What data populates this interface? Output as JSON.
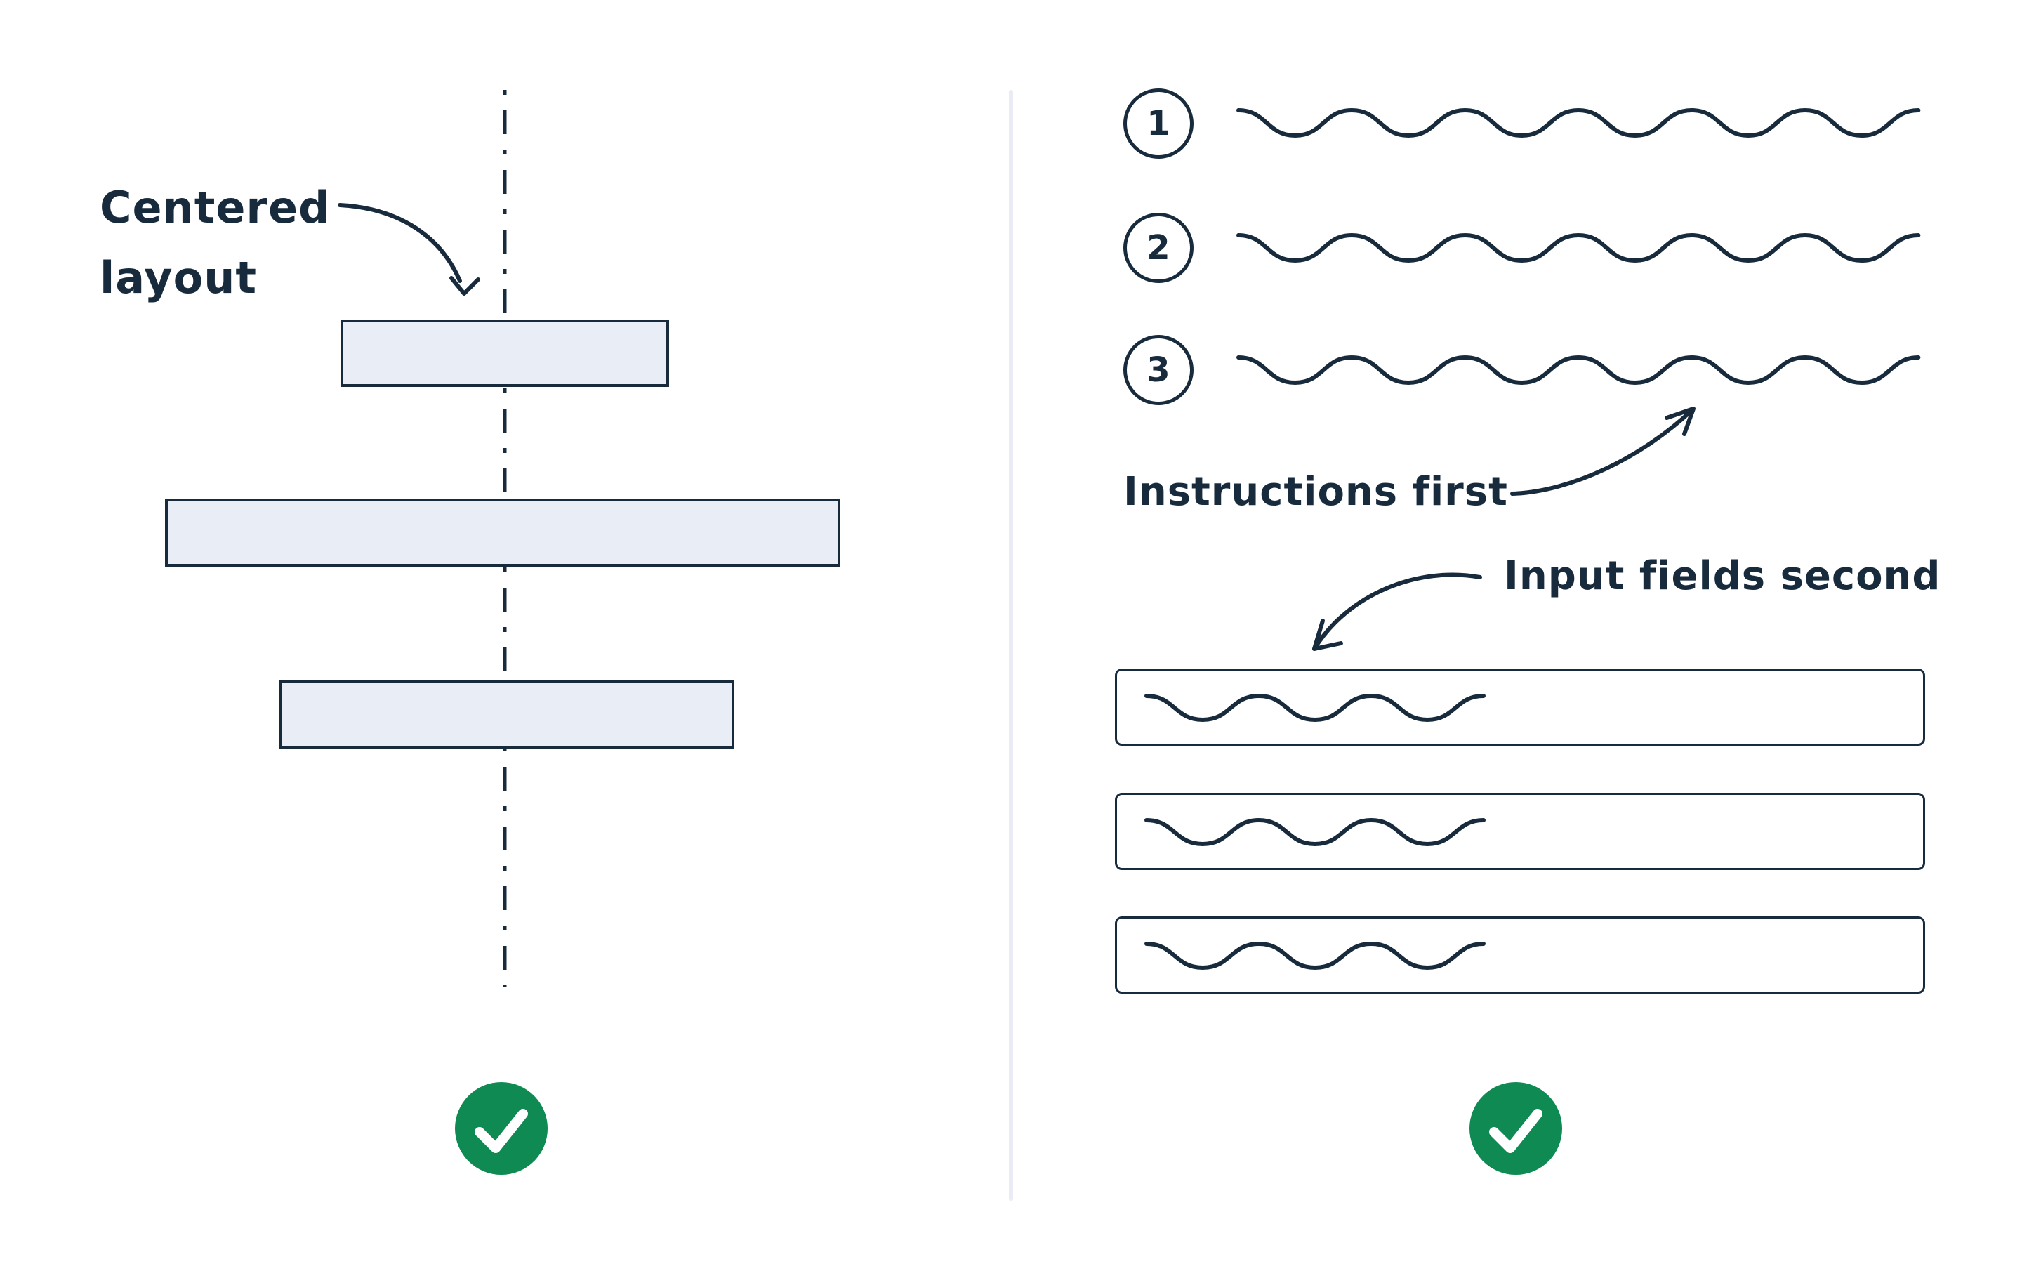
{
  "colors": {
    "ink": "#182B3D",
    "box-fill": "#E9EDF6",
    "divider": "#E9ECF4",
    "green": "#0E8A52",
    "paper": "#FFFFFF"
  },
  "left_panel": {
    "annotation": {
      "line1": "Centered",
      "line2": "layout"
    },
    "status_icon": "checkmark-icon"
  },
  "right_panel": {
    "steps": [
      "1",
      "2",
      "3"
    ],
    "labels": {
      "instructions_first": "Instructions first",
      "input_fields_second": "Input fields second"
    },
    "status_icon": "checkmark-icon"
  }
}
